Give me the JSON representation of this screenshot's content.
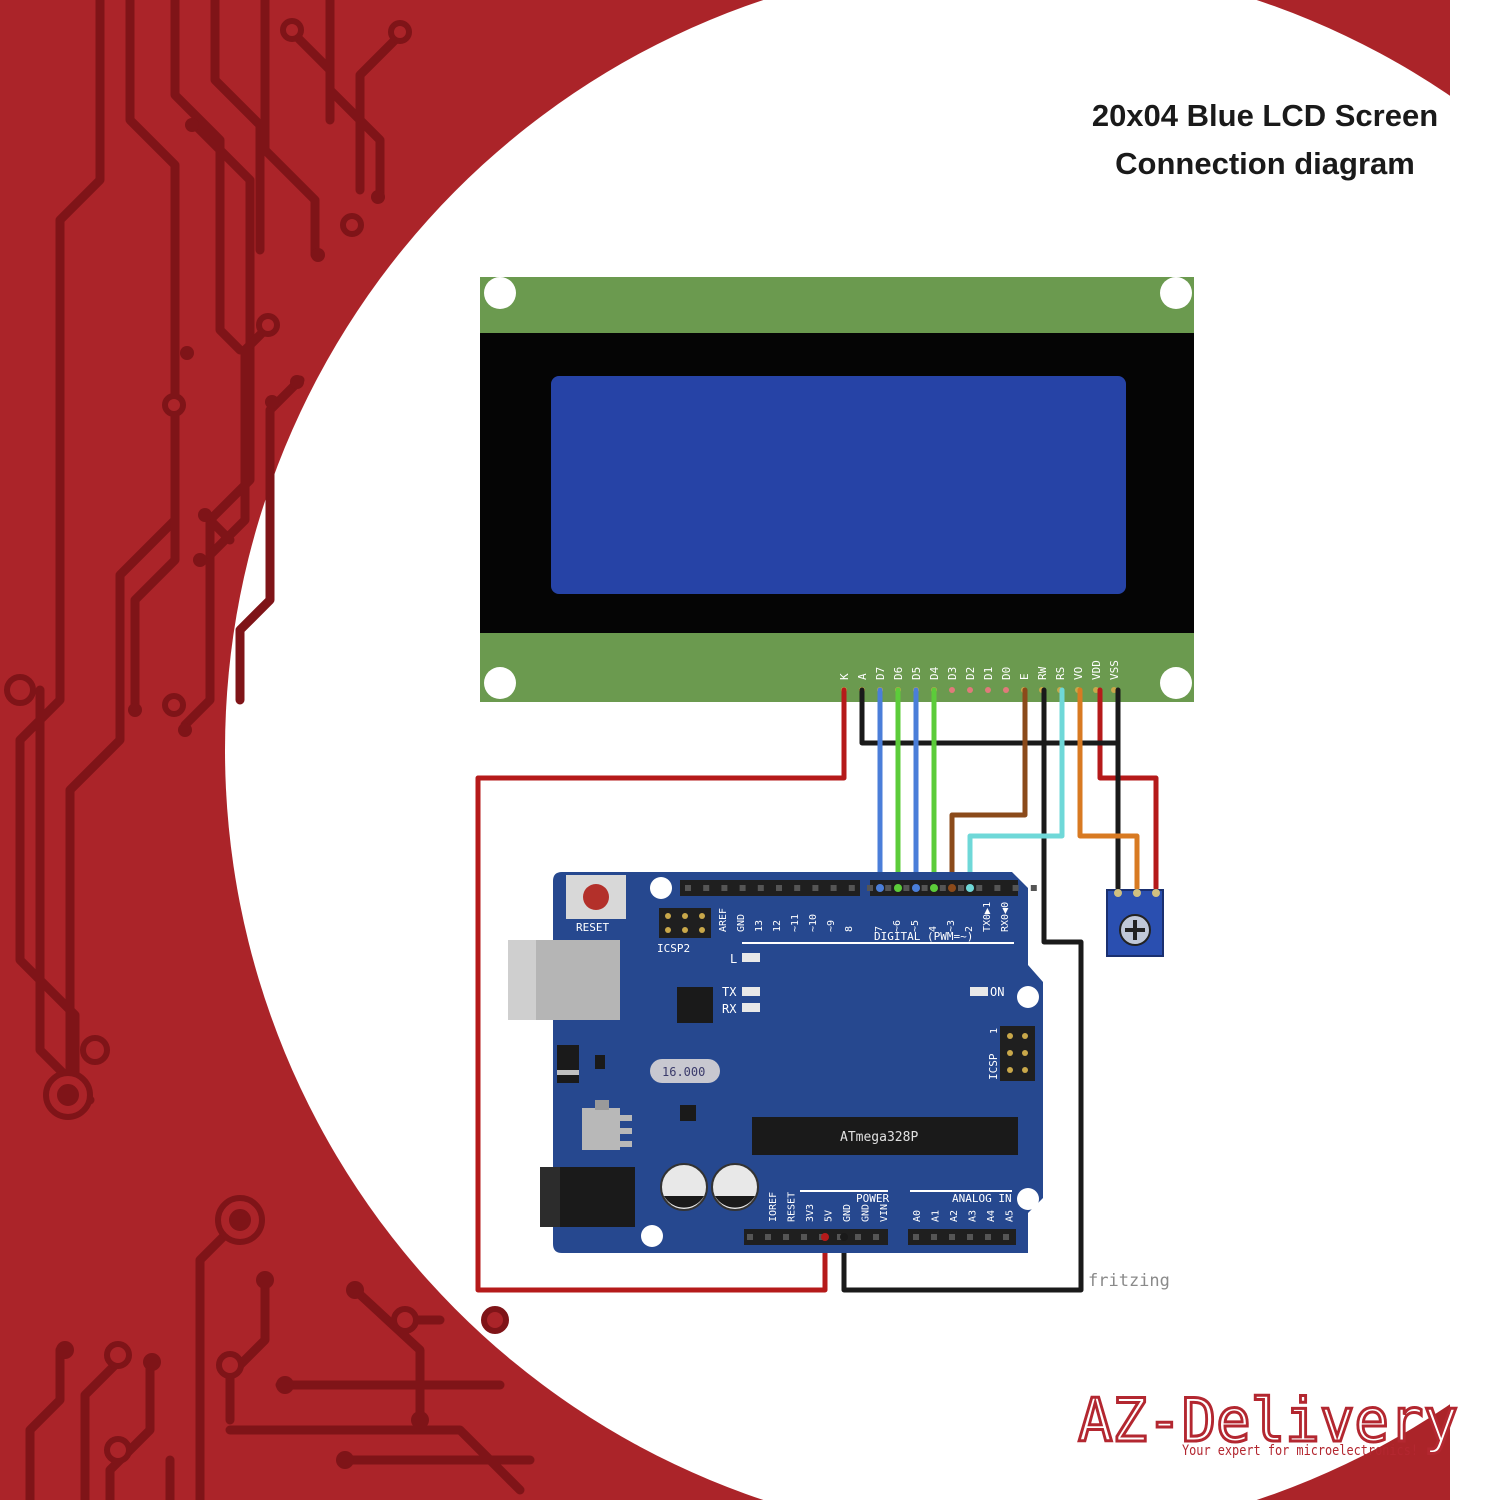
{
  "title": {
    "line1": "20x04 Blue LCD Screen",
    "line2": "Connection diagram"
  },
  "colors": {
    "background_red": "#ab2429",
    "trace_dark": "#7f1418",
    "lcd_pcb": "#6b9a4f",
    "lcd_screen": "#2643a6",
    "arduino_board": "#26488f",
    "wire_red": "#b51a1a",
    "wire_black": "#1a1a1a",
    "wire_blue": "#4a7ed9",
    "wire_green": "#5ccc3a",
    "wire_brown": "#8b4a1a",
    "wire_cyan": "#6fd8d8",
    "wire_orange": "#d87a22",
    "pot_body": "#2a4fb0",
    "logo_red": "#b32730"
  },
  "lcd": {
    "pins": [
      "K",
      "A",
      "D7",
      "D6",
      "D5",
      "D4",
      "D3",
      "D2",
      "D1",
      "D0",
      "E",
      "RW",
      "RS",
      "VO",
      "VDD",
      "VSS"
    ]
  },
  "arduino": {
    "reset_label": "RESET",
    "icsp2_label": "ICSP2",
    "icsp_label": "ICSP",
    "digital_label": "DIGITAL (PWM=~)",
    "led_l": "L",
    "led_tx": "TX",
    "led_rx": "RX",
    "led_on": "ON",
    "crystal": "16.000",
    "chip": "ATmega328P",
    "power_label": "POWER",
    "analog_label": "ANALOG IN",
    "icsp_pin1": "1",
    "digital_pins": [
      "AREF",
      "GND",
      "13",
      "12",
      "~11",
      "~10",
      "~9",
      "8",
      "7",
      "~6",
      "~5",
      "4",
      "~3",
      "2",
      "TX0▶1",
      "RX0◀0"
    ],
    "power_pins": [
      "IOREF",
      "RESET",
      "3V3",
      "5V",
      "GND",
      "GND",
      "VIN"
    ],
    "analog_pins": [
      "A0",
      "A1",
      "A2",
      "A3",
      "A4",
      "A5"
    ]
  },
  "fritzing_label": "fritzing",
  "logo": {
    "name": "AZ-Delivery",
    "tagline": "Your expert for microelectronics!"
  }
}
